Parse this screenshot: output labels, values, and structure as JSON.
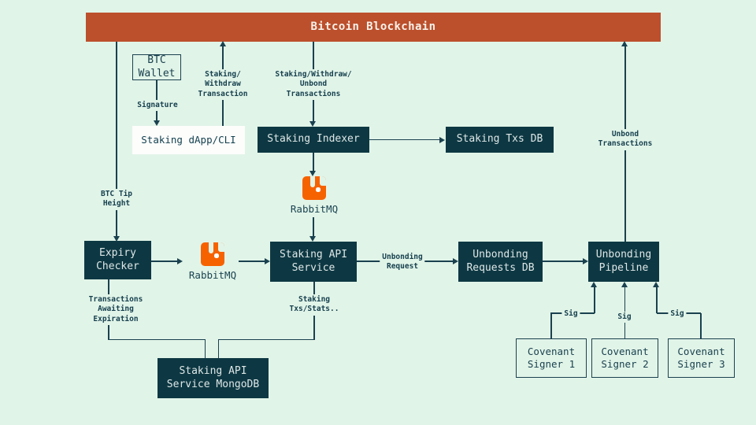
{
  "diagram": {
    "title": "Bitcoin staking architecture diagram",
    "colors": {
      "background": "#e1f4e8",
      "banner": "#bc4f2c",
      "node_dark": "#0d3843",
      "node_text_light": "#dfe7e7",
      "line": "#1a414f",
      "rabbitmq_orange": "#f66200",
      "white_box": "#fdfdfc"
    },
    "nodes": {
      "bitcoin_blockchain": "Bitcoin Blockchain",
      "btc_wallet": "BTC\nWallet",
      "staking_dapp_cli": "Staking dApp/CLI",
      "staking_indexer": "Staking Indexer",
      "staking_txs_db": "Staking Txs DB",
      "rabbitmq_1": "RabbitMQ",
      "rabbitmq_2": "RabbitMQ",
      "expiry_checker": "Expiry\nChecker",
      "staking_api_service": "Staking API\nService",
      "unbonding_requests_db": "Unbonding\nRequests DB",
      "unbonding_pipeline": "Unbonding\nPipeline",
      "staking_api_service_mongodb": "Staking API\nService MongoDB",
      "covenant_signer_1": "Covenant\nSigner 1",
      "covenant_signer_2": "Covenant\nSigner 2",
      "covenant_signer_3": "Covenant\nSigner 3"
    },
    "edge_labels": {
      "signature": "Signature",
      "staking_withdraw_transaction": "Staking/\nWithdraw\nTransaction",
      "staking_withdraw_unbond_transactions": "Staking/Withdraw/\nUnbond\nTransactions",
      "btc_tip_height": "BTC Tip\nHeight",
      "unbond_transactions": "Unbond\nTransactions",
      "unbonding_request": "Unbonding\nRequest",
      "transactions_awaiting_expiration": "Transactions\nAwaiting\nExpiration",
      "staking_txs_stats": "Staking\nTxs/Stats..",
      "sig_1": "Sig",
      "sig_2": "Sig",
      "sig_3": "Sig"
    }
  }
}
